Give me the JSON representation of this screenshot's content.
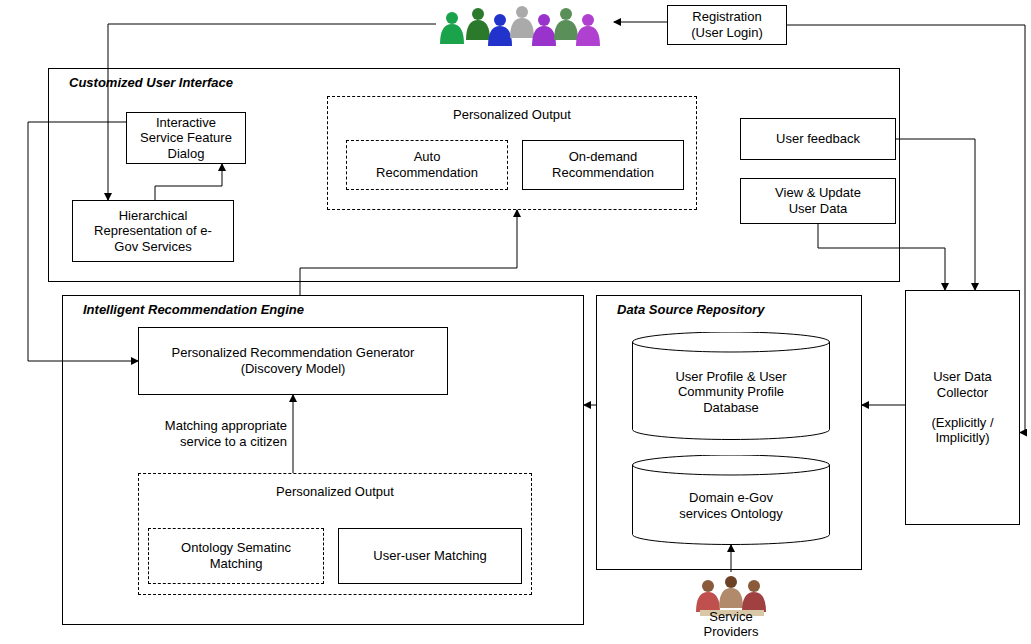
{
  "diagram": {
    "nodes": [
      {
        "text": [
          "Registration (User Login)"
        ]
      },
      {
        "text": [
          "Customized User Interface"
        ]
      },
      {
        "text": [
          "Interactive Service Feature Dialog"
        ],
        "in": 1
      },
      {
        "text": [
          "Hierarchical Representation of e-Gov Services"
        ],
        "in": 1
      },
      {
        "text": [
          "Personalized Output"
        ],
        "in": 1
      },
      {
        "text": [
          "Auto Recommendation"
        ],
        "in": 4
      },
      {
        "text": [
          "On-demand Recommendation"
        ],
        "in": 4
      },
      {
        "text": [
          "User feedback"
        ],
        "in": 1
      },
      {
        "text": [
          "View & Update User Data"
        ],
        "in": 1
      },
      {
        "text": [
          "Intelligent Recommendation Engine"
        ]
      },
      {
        "text": [
          "Personalized Recommendation Generator (Discovery Model)"
        ],
        "in": 9
      },
      {
        "text": [
          "Personalized Output"
        ],
        "in": 9
      },
      {
        "text": [
          "Ontology Sematinc Matching"
        ],
        "in": 11
      },
      {
        "text": [
          "User-user Matching"
        ],
        "in": 11
      },
      {
        "text": [
          "Data Source Repository"
        ]
      },
      {
        "text": [
          "User Profile & User Community Profile Database"
        ],
        "in": 14
      },
      {
        "text": [
          "Domain e-Gov services Ontology"
        ],
        "in": 14
      },
      {
        "text": [
          "User Data Collector",
          "(Explicitly / Implicitly)"
        ]
      },
      {
        "text": [
          "Service Providers"
        ]
      }
    ],
    "edges": [
      {
        "from": 0,
        "to": 17,
        "arrow": "to"
      },
      {
        "from": 7,
        "to": 17,
        "arrow": "to"
      },
      {
        "from": 8,
        "to": 17,
        "arrow": "to"
      },
      {
        "from": 17,
        "to": 14,
        "arrow": "to"
      },
      {
        "from": 14,
        "to": 9,
        "arrow": "to"
      },
      {
        "from": 18,
        "to": 16,
        "arrow": "to"
      },
      {
        "from": 11,
        "to": 10,
        "label": "Matching appropriate service to a citizen",
        "arrow": "to"
      },
      {
        "from": 9,
        "to": 4,
        "arrow": "to"
      },
      {
        "from": 2,
        "to": 10,
        "arrow": "to"
      },
      {
        "from": 3,
        "to": 2,
        "arrow": "to"
      }
    ]
  }
}
